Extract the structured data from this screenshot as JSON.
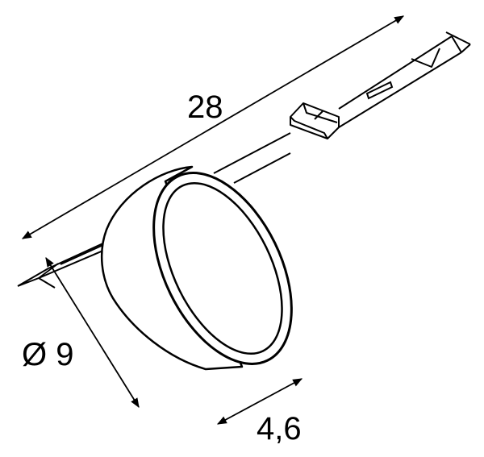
{
  "dimensions": {
    "length": "28",
    "diameter": "Ø 9",
    "depth": "4,6"
  },
  "colors": {
    "line": "#000000",
    "background": "#ffffff"
  }
}
